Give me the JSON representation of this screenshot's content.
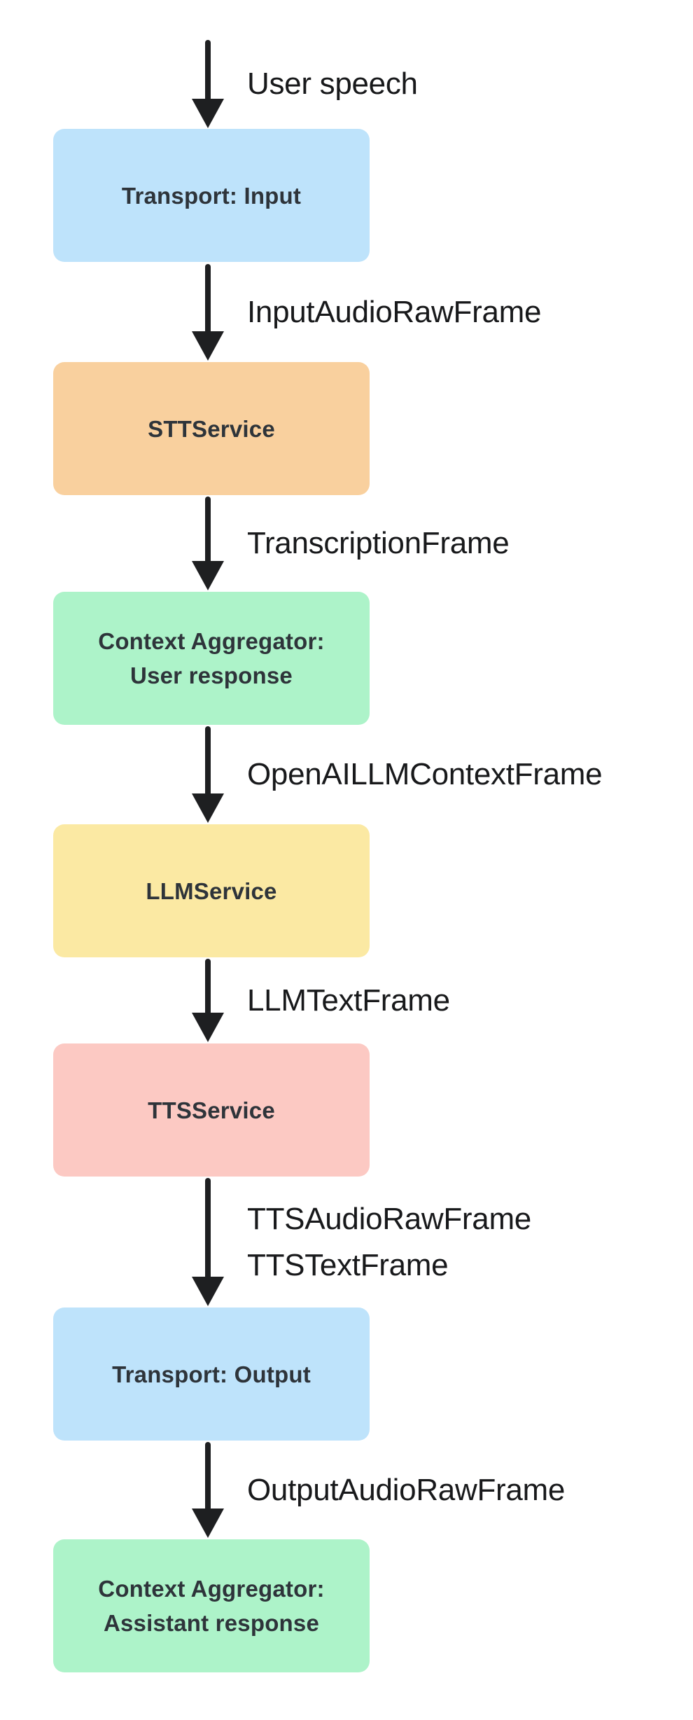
{
  "diagram": {
    "colors": {
      "background": "#ffffff",
      "arrow": "#1e1f21",
      "node_text": "#2e343a",
      "label_text": "#18191b",
      "transport_blue": "#bee3fb",
      "stt_orange": "#f9d09e",
      "aggregator_green": "#adf3c9",
      "llm_yellow": "#fbe9a3",
      "tts_pink": "#fcc9c3"
    },
    "nodes": [
      {
        "id": "transport-input",
        "lines": [
          "Transport: Input"
        ],
        "fill": "#bee3fb"
      },
      {
        "id": "stt-service",
        "lines": [
          "STTService"
        ],
        "fill": "#f9d09e"
      },
      {
        "id": "context-aggregator-user",
        "lines": [
          "Context Aggregator:",
          "User response"
        ],
        "fill": "#adf3c9"
      },
      {
        "id": "llm-service",
        "lines": [
          "LLMService"
        ],
        "fill": "#fbe9a3"
      },
      {
        "id": "tts-service",
        "lines": [
          "TTSService"
        ],
        "fill": "#fcc9c3"
      },
      {
        "id": "transport-output",
        "lines": [
          "Transport: Output"
        ],
        "fill": "#bee3fb"
      },
      {
        "id": "context-aggregator-assistant",
        "lines": [
          "Context Aggregator:",
          "Assistant response"
        ],
        "fill": "#adf3c9"
      }
    ],
    "edges": [
      {
        "id": "user-speech",
        "labels": [
          "User speech"
        ]
      },
      {
        "id": "input-audio-raw-frame",
        "labels": [
          "InputAudioRawFrame"
        ]
      },
      {
        "id": "transcription-frame",
        "labels": [
          "TranscriptionFrame"
        ]
      },
      {
        "id": "openai-llm-context-frame",
        "labels": [
          "OpenAILLMContextFrame"
        ]
      },
      {
        "id": "llm-text-frame",
        "labels": [
          "LLMTextFrame"
        ]
      },
      {
        "id": "tts-frames",
        "labels": [
          "TTSAudioRawFrame",
          "TTSTextFrame"
        ]
      },
      {
        "id": "output-audio-raw-frame",
        "labels": [
          "OutputAudioRawFrame"
        ]
      }
    ]
  }
}
